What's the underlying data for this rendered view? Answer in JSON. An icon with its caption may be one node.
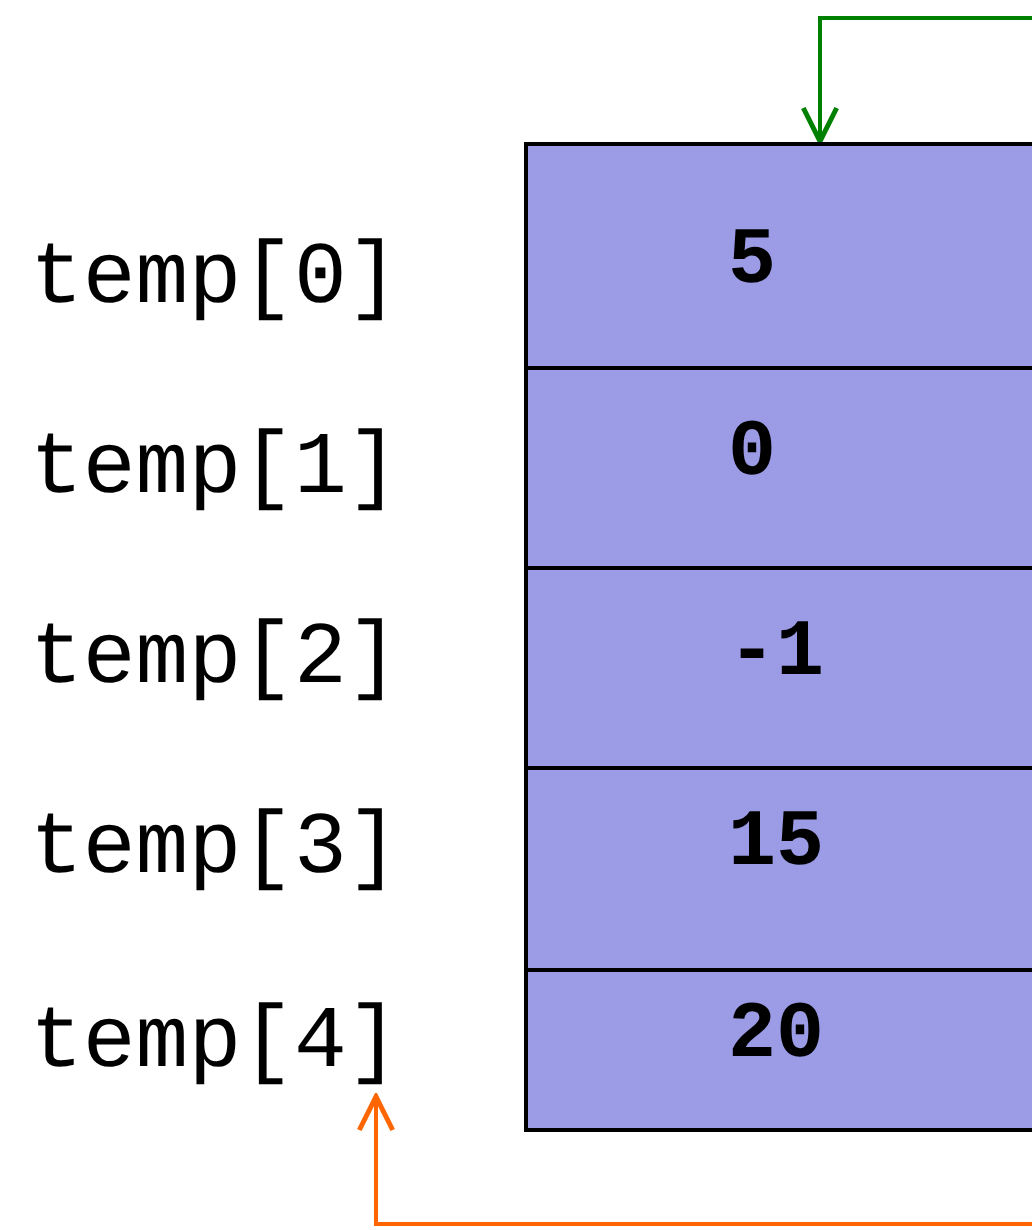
{
  "diagram": {
    "nodes": [
      {
        "text": [
          "5"
        ]
      },
      {
        "text": [
          "0"
        ]
      },
      {
        "text": [
          "-1"
        ]
      },
      {
        "text": [
          "15"
        ]
      },
      {
        "text": [
          "20"
        ]
      },
      {
        "text": [
          "temp[4]"
        ]
      }
    ],
    "edges": [
      {
        "from": null,
        "to": 0,
        "arrow": "to",
        "color": "#008000"
      },
      {
        "from": null,
        "to": 5,
        "arrow": "to",
        "color": "#ff6600"
      }
    ],
    "labels": [
      "temp[0]",
      "temp[1]",
      "temp[2]",
      "temp[3]"
    ]
  }
}
